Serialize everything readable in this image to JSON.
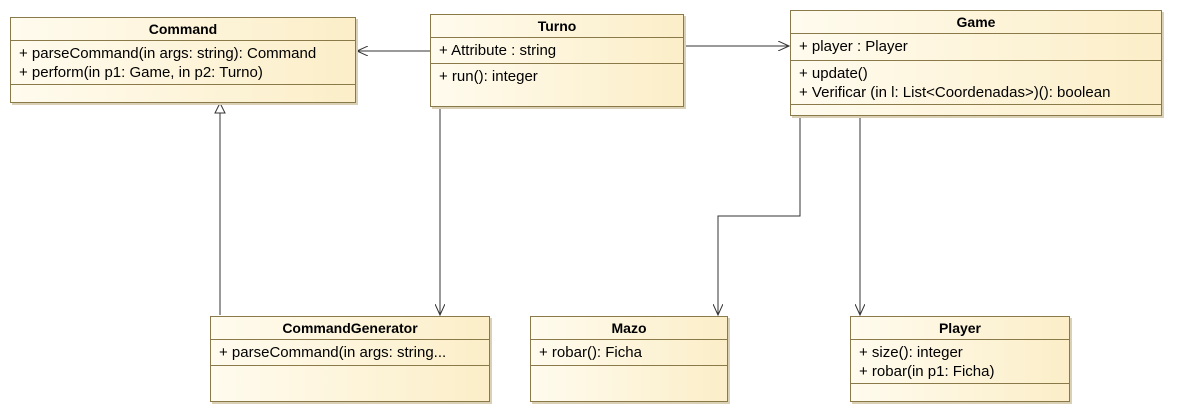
{
  "classes": {
    "command": {
      "name": "Command",
      "attributes": [],
      "operations": [
        "+ parseCommand(in args: string): Command",
        "+ perform(in p1: Game, in p2: Turno)"
      ],
      "extra": []
    },
    "turno": {
      "name": "Turno",
      "attributes": [
        "+ Attribute : string"
      ],
      "operations": [
        "+ run(): integer"
      ]
    },
    "game": {
      "name": "Game",
      "attributes": [
        "+ player : Player"
      ],
      "operations": [
        "+ update()",
        "+ Verificar (in l: List<Coordenadas>)(): boolean"
      ]
    },
    "commandGenerator": {
      "name": "CommandGenerator",
      "operations": [
        "+ parseCommand(in args: string..."
      ],
      "extra": []
    },
    "mazo": {
      "name": "Mazo",
      "operations": [
        "+ robar(): Ficha"
      ],
      "extra": []
    },
    "player": {
      "name": "Player",
      "operations": [
        "+ size(): integer",
        "+ robar(in p1: Ficha)"
      ],
      "extra": []
    }
  },
  "relations": [
    {
      "from": "turno",
      "to": "command",
      "kind": "association"
    },
    {
      "from": "turno",
      "to": "game",
      "kind": "association"
    },
    {
      "from": "turno",
      "to": "commandGenerator",
      "kind": "association"
    },
    {
      "from": "commandGenerator",
      "to": "command",
      "kind": "generalization"
    },
    {
      "from": "game",
      "to": "mazo",
      "kind": "association"
    },
    {
      "from": "game",
      "to": "player",
      "kind": "association"
    }
  ],
  "colors": {
    "class_fill": "#fdf3d7",
    "class_border": "#8a7a4a",
    "edge": "#333333"
  }
}
